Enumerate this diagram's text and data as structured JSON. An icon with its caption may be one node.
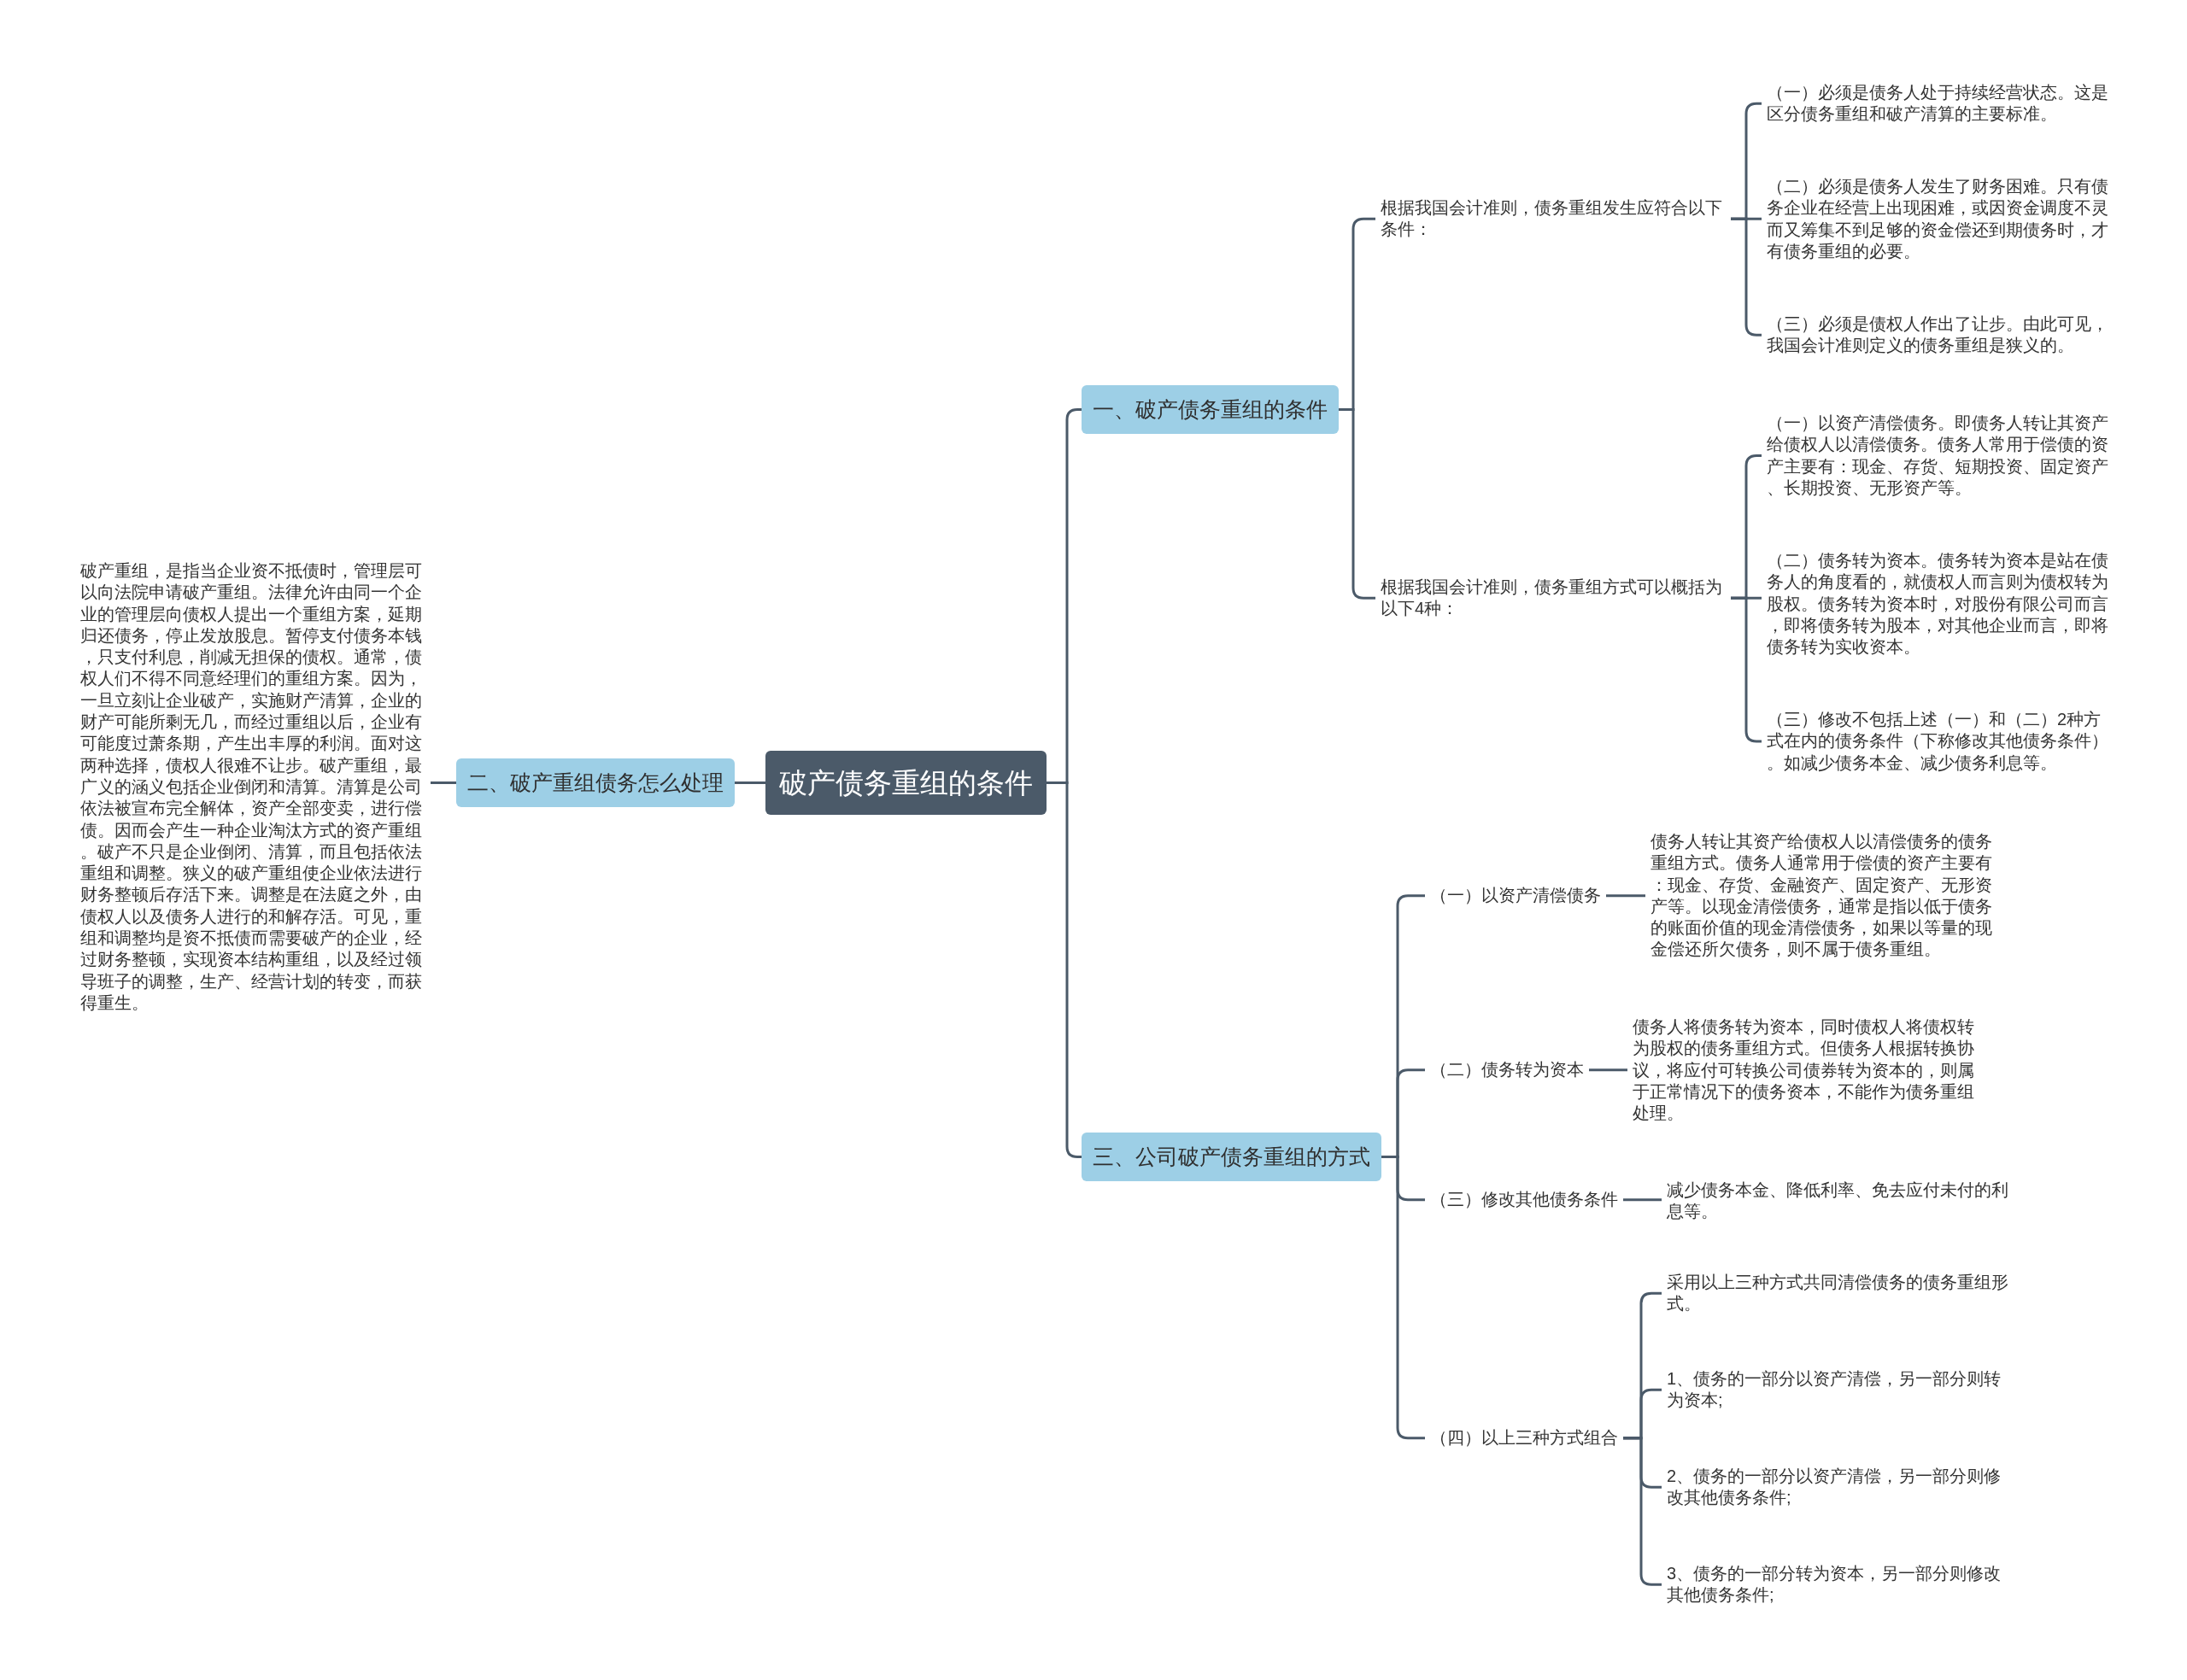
{
  "diagram": {
    "nodes": [
      {
        "text": [
          "破产债务重组的条件"
        ]
      },
      {
        "text": [
          "一、破产债务重组的条件"
        ]
      },
      {
        "text": [
          "根据我国会计准则，债务重组发生应符合以下条件："
        ]
      },
      {
        "text": [
          "（一）必须是债务人处于持续经营状态。这是区分债务重组和破产清算的主要标准。"
        ]
      },
      {
        "text": [
          "（二）必须是债务人发生了财务困难。只有债务企业在经营上出现困难，或因资金调度不灵而又筹集不到足够的资金偿还到期债务时，才有债务重组的必要。"
        ]
      },
      {
        "text": [
          "（三）必须是债权人作出了让步。由此可见，我国会计准则定义的债务重组是狭义的。"
        ]
      },
      {
        "text": [
          "根据我国会计准则，债务重组方式可以概括为以下4种："
        ]
      },
      {
        "text": [
          "（一）以资产清偿债务。即债务人转让其资产给债权人以清偿债务。债务人常用于偿债的资产主要有：现金、存货、短期投资、固定资产、长期投资、无形资产等。"
        ]
      },
      {
        "text": [
          "（二）债务转为资本。债务转为资本是站在债务人的角度看的，就债权人而言则为债权转为股权。债务转为资本时，对股份有限公司而言，即将债务转为股本，对其他企业而言，即将债务转为实收资本。"
        ]
      },
      {
        "text": [
          "（三）修改不包括上述（一）和（二）2种方式在内的债务条件（下称修改其他债务条件）。如减少债务本金、减少债务利息等。"
        ]
      },
      {
        "text": [
          "二、破产重组债务怎么处理"
        ]
      },
      {
        "text": [
          "破产重组，是指当企业资不抵债时，管理层可以向法院申请破产重组。法律允许由同一个企业的管理层向债权人提出一个重组方案，延期归还债务，停止发放股息。暂停支付债务本钱，只支付利息，削减无担保的债权。通常，债权人们不得不同意经理们的重组方案。因为，一旦立刻让企业破产，实施财产清算，企业的财产可能所剩无几，而经过重组以后，企业有可能度过萧条期，产生出丰厚的利润。面对这两种选择，债权人很难不让步。破产重组，最广义的涵义包括企业倒闭和清算。清算是公司依法被宣布完全解体，资产全部变卖，进行偿债。因而会产生一种企业淘汰方式的资产重组。破产不只是企业倒闭、清算，而且包括依法重组和调整。狭义的破产重组使企业依法进行财务整顿后存活下来。调整是在法庭之外，由债权人以及债务人进行的和解存活。可见，重组和调整均是资不抵债而需要破产的企业，经过财务整顿，实现资本结构重组，以及经过领导班子的调整，生产、经营计划的转变，而获得重生。"
        ]
      },
      {
        "text": [
          "三、公司破产债务重组的方式"
        ]
      },
      {
        "text": [
          "（一）以资产清偿债务"
        ]
      },
      {
        "text": [
          "债务人转让其资产给债权人以清偿债务的债务重组方式。债务人通常用于偿债的资产主要有：现金、存货、金融资产、固定资产、无形资产等。以现金清偿债务，通常是指以低于债务的账面价值的现金清偿债务，如果以等量的现金偿还所欠债务，则不属于债务重组。"
        ]
      },
      {
        "text": [
          "（二）债务转为资本"
        ]
      },
      {
        "text": [
          "债务人将债务转为资本，同时债权人将债权转为股权的债务重组方式。但债务人根据转换协议，将应付可转换公司债券转为资本的，则属于正常情况下的债务资本，不能作为债务重组处理。"
        ]
      },
      {
        "text": [
          "（三）修改其他债务条件"
        ]
      },
      {
        "text": [
          "减少债务本金、降低利率、免去应付未付的利息等。"
        ]
      },
      {
        "text": [
          "（四）以上三种方式组合"
        ]
      },
      {
        "text": [
          "采用以上三种方式共同清偿债务的债务重组形式。"
        ]
      },
      {
        "text": [
          "1、债务的一部分以资产清偿，另一部分则转为资本;"
        ]
      },
      {
        "text": [
          "2、债务的一部分以资产清偿，另一部分则修改其他债务条件;"
        ]
      },
      {
        "text": [
          "3、债务的一部分转为资本，另一部分则修改其他债务条件;"
        ]
      }
    ],
    "edges": [
      {
        "from": 0,
        "to": 1,
        "arrow": "none"
      },
      {
        "from": 1,
        "to": 2,
        "arrow": "none"
      },
      {
        "from": 2,
        "to": 3,
        "arrow": "none"
      },
      {
        "from": 2,
        "to": 4,
        "arrow": "none"
      },
      {
        "from": 2,
        "to": 5,
        "arrow": "none"
      },
      {
        "from": 1,
        "to": 6,
        "arrow": "none"
      },
      {
        "from": 6,
        "to": 7,
        "arrow": "none"
      },
      {
        "from": 6,
        "to": 8,
        "arrow": "none"
      },
      {
        "from": 6,
        "to": 9,
        "arrow": "none"
      },
      {
        "from": 0,
        "to": 10,
        "arrow": "none"
      },
      {
        "from": 10,
        "to": 11,
        "arrow": "none"
      },
      {
        "from": 0,
        "to": 12,
        "arrow": "none"
      },
      {
        "from": 12,
        "to": 13,
        "arrow": "none"
      },
      {
        "from": 13,
        "to": 14,
        "arrow": "none"
      },
      {
        "from": 12,
        "to": 15,
        "arrow": "none"
      },
      {
        "from": 15,
        "to": 16,
        "arrow": "none"
      },
      {
        "from": 12,
        "to": 17,
        "arrow": "none"
      },
      {
        "from": 17,
        "to": 18,
        "arrow": "none"
      },
      {
        "from": 12,
        "to": 19,
        "arrow": "none"
      },
      {
        "from": 19,
        "to": 20,
        "arrow": "none"
      },
      {
        "from": 19,
        "to": 21,
        "arrow": "none"
      },
      {
        "from": 19,
        "to": 22,
        "arrow": "none"
      },
      {
        "from": 19,
        "to": 23,
        "arrow": "none"
      }
    ]
  }
}
